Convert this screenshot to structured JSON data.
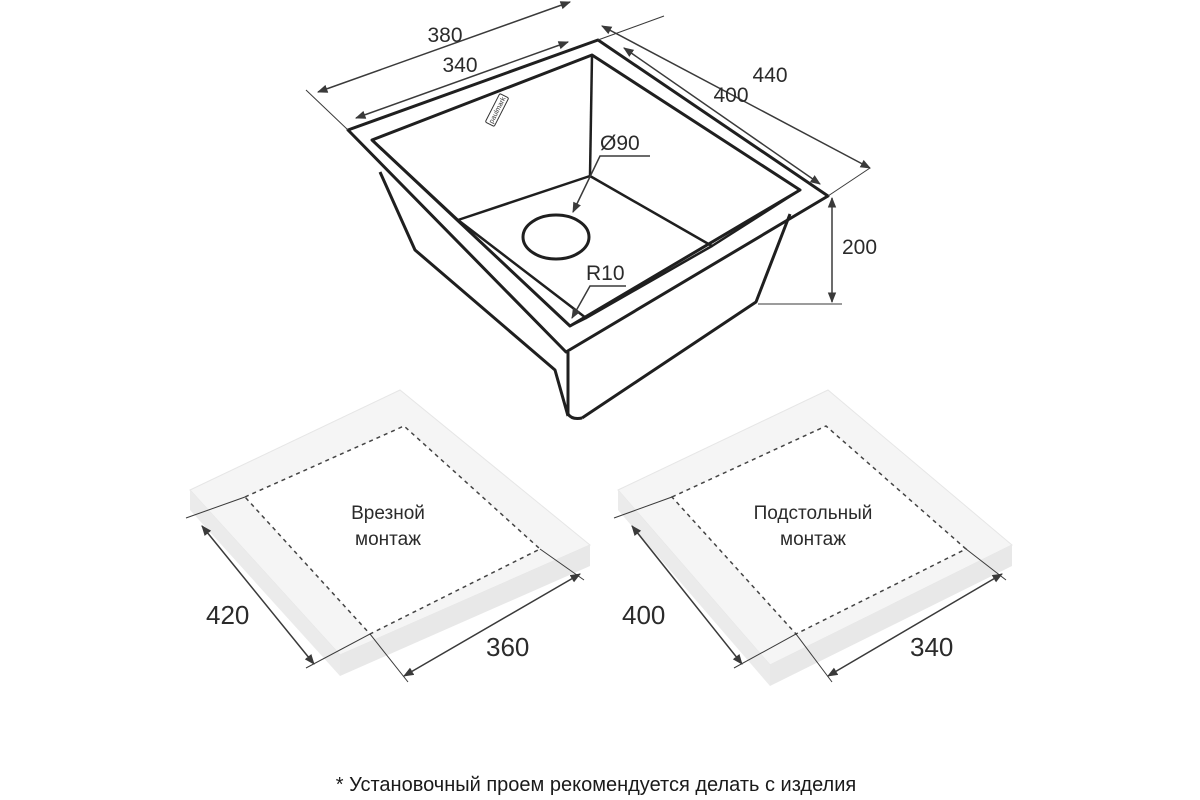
{
  "sink": {
    "logo": "paulmark",
    "dimensions": {
      "outer_width": "380",
      "inner_width": "340",
      "outer_depth": "440",
      "inner_depth": "400",
      "drain_diameter": "Ø90",
      "corner_radius": "R10",
      "height": "200"
    }
  },
  "mounting": {
    "flush": {
      "label_line1": "Врезной",
      "label_line2": "монтаж",
      "depth": "420",
      "width": "360"
    },
    "undermount": {
      "label_line1": "Подстольный",
      "label_line2": "монтаж",
      "depth": "400",
      "width": "340"
    }
  },
  "footnote": "* Установочный проем рекомендуется делать с изделия",
  "colors": {
    "line": "#1f1f1f",
    "dim_line": "#3a3a3a",
    "slab_top": "#f5f5f5",
    "slab_side": "#ebebeb"
  }
}
